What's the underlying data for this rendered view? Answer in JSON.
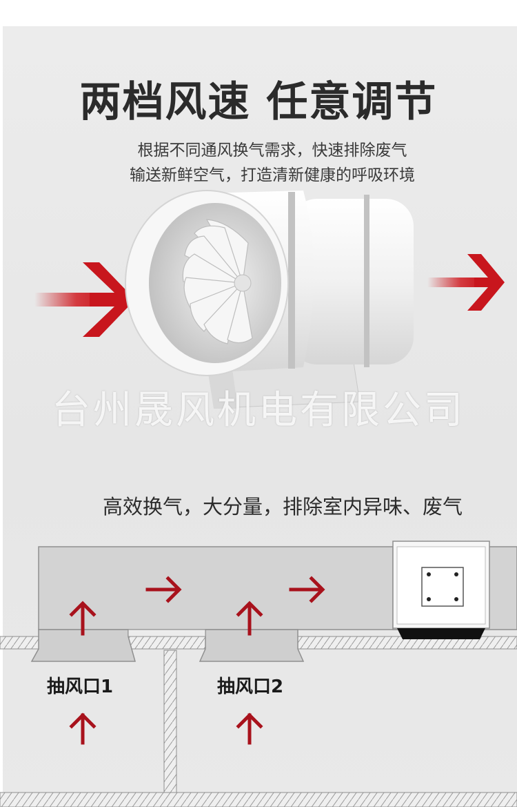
{
  "headline": "两档风速 任意调节",
  "subtitle_lines": [
    "根据不同通风换气需求，快速排除废气",
    "输送新鲜空气，打造清新健康的呼吸环境"
  ],
  "watermark": "台州晟风机电有限公司",
  "tagline": "高效换气，大分量，排除室内异味、废气",
  "vents": [
    {
      "label": "抽风口1"
    },
    {
      "label": "抽风口2"
    }
  ],
  "colors": {
    "accent_red": "#c8161d",
    "duct_gray": "#d3d3d3",
    "text_dark": "#2b2b2b"
  },
  "icons": [
    "inlet-arrow-icon",
    "outlet-arrow-icon",
    "airflow-arrow-icon"
  ]
}
